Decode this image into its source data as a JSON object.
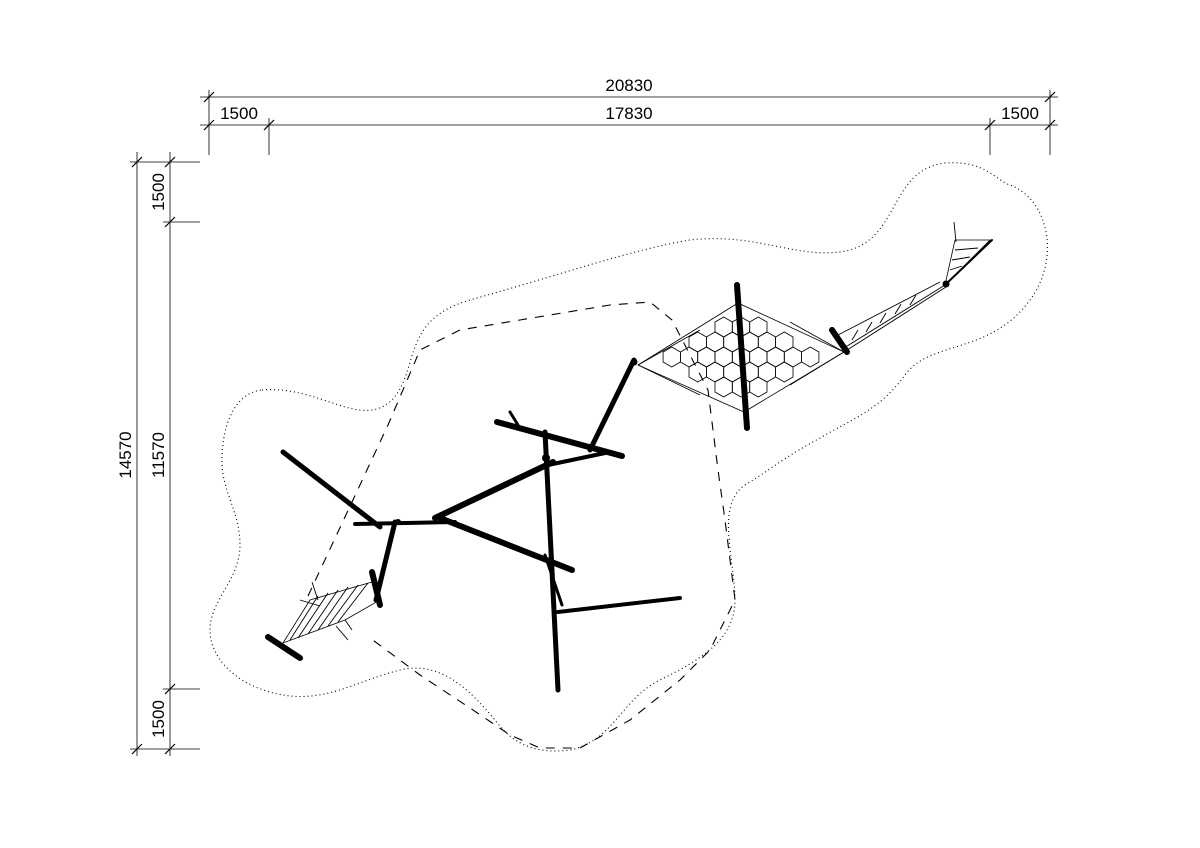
{
  "dimensions": {
    "overall_width": "20830",
    "left_margin": "1500",
    "inner_width": "17830",
    "right_margin": "1500",
    "overall_height": "14570",
    "top_margin": "1500",
    "inner_height": "11570",
    "bottom_margin": "1500"
  }
}
